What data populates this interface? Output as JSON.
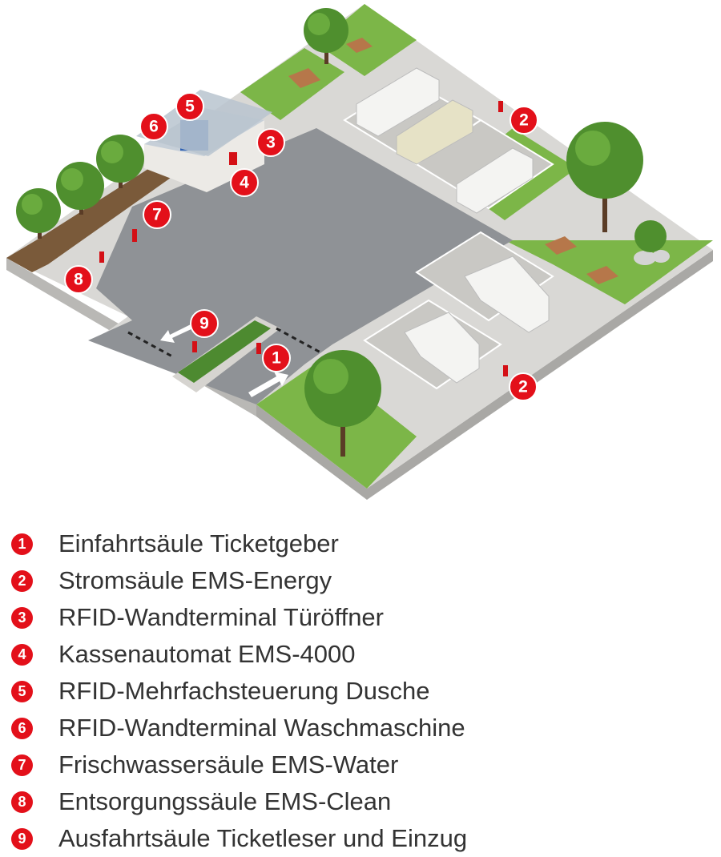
{
  "markers": [
    {
      "num": "1"
    },
    {
      "num": "2"
    },
    {
      "num": "2"
    },
    {
      "num": "3"
    },
    {
      "num": "4"
    },
    {
      "num": "5"
    },
    {
      "num": "6"
    },
    {
      "num": "7"
    },
    {
      "num": "8"
    },
    {
      "num": "9"
    }
  ],
  "legend": [
    {
      "num": "1",
      "label": "Einfahrtsäule Ticketgeber"
    },
    {
      "num": "2",
      "label": "Stromsäule EMS-Energy"
    },
    {
      "num": "3",
      "label": "RFID-Wandterminal Türöffner"
    },
    {
      "num": "4",
      "label": "Kassenautomat EMS-4000"
    },
    {
      "num": "5",
      "label": "RFID-Mehrfachsteuerung Dusche"
    },
    {
      "num": "6",
      "label": "RFID-Wandterminal Waschmaschine"
    },
    {
      "num": "7",
      "label": "Frischwassersäule EMS-Water"
    },
    {
      "num": "8",
      "label": "Entsorgungssäule EMS-Clean"
    },
    {
      "num": "9",
      "label": "Ausfahrtsäule Ticketleser und Einzug"
    }
  ],
  "colors": {
    "marker": "#e3101a",
    "asphalt": "#8f9296",
    "pavement": "#d9d8d5",
    "grass": "#7cb648",
    "soil": "#7a5a3a",
    "tree": "#4f8f2e"
  }
}
